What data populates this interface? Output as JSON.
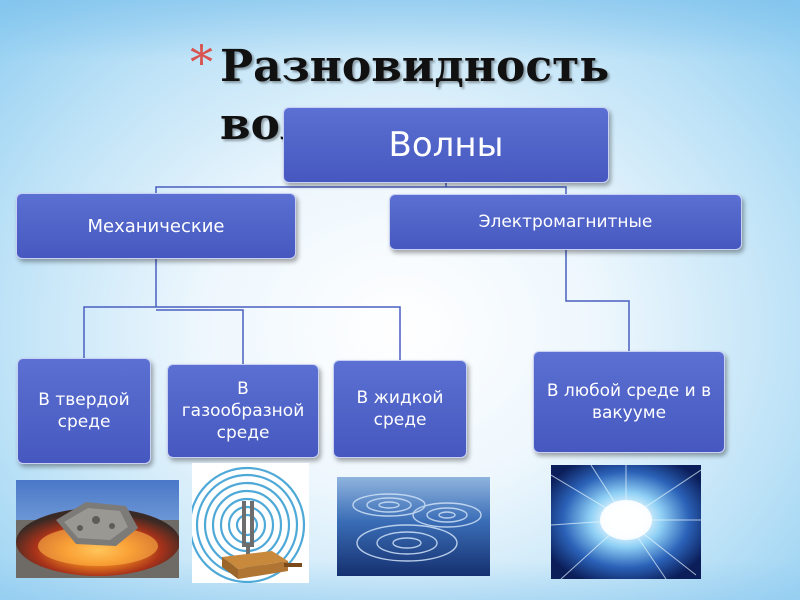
{
  "title": {
    "bullet": "*",
    "text": "Разновидность волн"
  },
  "diagram": {
    "root": "Волны",
    "branches": {
      "mechanical": "Механические",
      "electromagnetic": "Электромагнитные"
    },
    "leaves": {
      "solid": "В твердой среде",
      "gas": "В газообразной среде",
      "liquid": "В жидкой среде",
      "vacuum": "В любой среде и в вакууме"
    }
  },
  "images": {
    "solid": "meteorite-crater-image",
    "gas": "tuning-fork-sound-waves-image",
    "liquid": "water-ripples-image",
    "vacuum": "light-burst-image"
  },
  "colors": {
    "node_fill": "#4f63c9",
    "connector": "#4a5fc0",
    "bullet": "#d9534f",
    "title_text": "#111111"
  }
}
